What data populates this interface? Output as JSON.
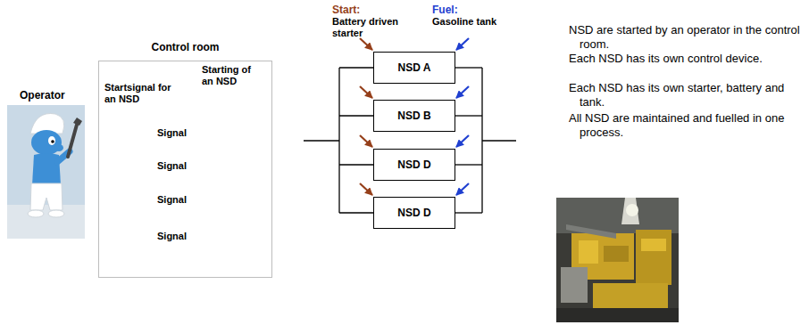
{
  "diagram": {
    "nodes": [
      {
        "text": [
          "Control room"
        ]
      },
      {
        "text": [
          "NSD A"
        ]
      },
      {
        "text": [
          "NSD B"
        ]
      },
      {
        "text": [
          "NSD D"
        ]
      },
      {
        "text": [
          "NSD D"
        ]
      }
    ],
    "labels": [
      "Operator",
      "Startsignal for an NSD",
      "Starting of an NSD",
      "Signal",
      "Signal",
      "Signal",
      "Signal",
      "Start:",
      "Battery driven starter",
      "Fuel:",
      "Gasoline tank",
      "NSD are started by an operator in the control room.",
      "Each NSD has its own control device.",
      "Each NSD has its own starter, battery and tank.",
      "All NSD are maintained and fuelled in one process."
    ]
  }
}
